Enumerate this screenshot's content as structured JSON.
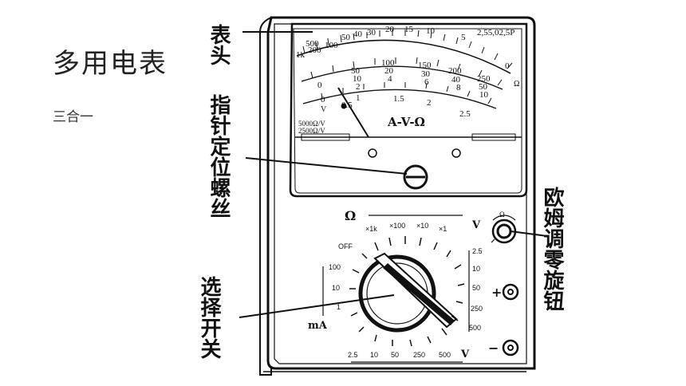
{
  "slide": {
    "title": "多用电表",
    "subtitle": "三合一"
  },
  "callouts": {
    "meter_head": "表头",
    "pointer_screw": "指针定位螺丝",
    "ohm_zero_knob": "欧姆调零旋钮",
    "selector_switch": "选择开关"
  },
  "meter": {
    "face_label": "A-V-Ω",
    "ohm_scale": [
      "1k",
      "500",
      "200",
      "100",
      "50",
      "40",
      "30",
      "20",
      "15",
      "10",
      "5",
      "2",
      "5",
      "5",
      "0",
      "2",
      "5",
      "P"
    ],
    "ohm_top_ticks": {
      "t1k": "1k",
      "t500": "500",
      "t200": "200",
      "t100": "100",
      "t50": "50",
      "t40": "40",
      "t30": "30",
      "t20": "20",
      "t15": "15",
      "t10": "10",
      "t5": "5",
      "tp": "2,55,02,5P",
      "t0": "0"
    },
    "mid_scale": {
      "a0": "0",
      "b0": "0",
      "c50": "50",
      "c10": "10",
      "c2": "2",
      "d100": "100",
      "d20": "20",
      "d4": "4",
      "e150": "150",
      "e30": "30",
      "e6": "6",
      "f200": "200",
      "f40": "40",
      "f8": "8",
      "g250": "250",
      "g50": "50",
      "g10": "10"
    },
    "low_scale": {
      "h05": "0.5",
      "h1": "1",
      "h15": "1.5",
      "h2": "2",
      "h25": "2.5"
    },
    "ohm_unit": "Ω",
    "v_unit": "V",
    "ohms_per_volt_1": "5000Ω/V",
    "ohms_per_volt_2": "2500Ω/V"
  },
  "switch": {
    "ohm_label": "Ω",
    "ohm_ranges": [
      "×1k",
      "×100",
      "×10",
      "×1"
    ],
    "off_label": "OFF",
    "ma_ranges": [
      "100",
      "10",
      "1"
    ],
    "ma_unit": "mA",
    "dc_v_ranges": [
      "2.5",
      "10",
      "50",
      "250",
      "500"
    ],
    "dc_v_unit": "V",
    "ac_v_ranges": [
      "2.5",
      "10",
      "50",
      "250",
      "500"
    ],
    "ac_v_unit": "V",
    "ohm_knob_label": "Ω",
    "plus": "+",
    "minus": "−"
  }
}
